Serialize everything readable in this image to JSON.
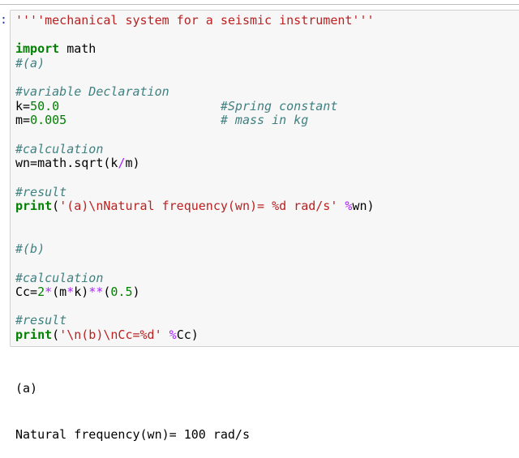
{
  "prompt": ":",
  "code_lines": [
    [
      [
        "str",
        "''''mechanical system for a seismic instrument'''"
      ]
    ],
    [],
    [
      [
        "kw",
        "import"
      ],
      [
        "n",
        " math"
      ]
    ],
    [
      [
        "com",
        "#(a)"
      ]
    ],
    [],
    [
      [
        "com",
        "#variable Declaration"
      ]
    ],
    [
      [
        "n",
        "k="
      ],
      [
        "num",
        "50.0"
      ],
      [
        "n",
        "                      "
      ],
      [
        "com",
        "#Spring constant"
      ]
    ],
    [
      [
        "n",
        "m="
      ],
      [
        "num",
        "0.005"
      ],
      [
        "n",
        "                     "
      ],
      [
        "com",
        "# mass in kg"
      ]
    ],
    [],
    [
      [
        "com",
        "#calculation"
      ]
    ],
    [
      [
        "n",
        "wn=math.sqrt(k"
      ],
      [
        "op",
        "/"
      ],
      [
        "n",
        "m)"
      ]
    ],
    [],
    [
      [
        "com",
        "#result"
      ]
    ],
    [
      [
        "kw",
        "print"
      ],
      [
        "n",
        "("
      ],
      [
        "str",
        "'(a)\\nNatural frequency(wn)= %d rad/s'"
      ],
      [
        "n",
        " "
      ],
      [
        "op",
        "%"
      ],
      [
        "n",
        "wn)"
      ]
    ],
    [],
    [],
    [
      [
        "com",
        "#(b)"
      ]
    ],
    [],
    [
      [
        "com",
        "#calculation"
      ]
    ],
    [
      [
        "n",
        "Cc="
      ],
      [
        "num",
        "2"
      ],
      [
        "op",
        "*"
      ],
      [
        "n",
        "(m"
      ],
      [
        "op",
        "*"
      ],
      [
        "n",
        "k)"
      ],
      [
        "op",
        "**"
      ],
      [
        "n",
        "("
      ],
      [
        "num",
        "0.5"
      ],
      [
        "n",
        ")"
      ]
    ],
    [],
    [
      [
        "com",
        "#result"
      ]
    ],
    [
      [
        "kw",
        "print"
      ],
      [
        "n",
        "("
      ],
      [
        "str",
        "'\\n(b)\\nCc=%d'"
      ],
      [
        "n",
        " "
      ],
      [
        "op",
        "%"
      ],
      [
        "n",
        "Cc)"
      ]
    ]
  ],
  "output_lines": [
    "(a)",
    "Natural frequency(wn)= 100 rad/s"
  ]
}
